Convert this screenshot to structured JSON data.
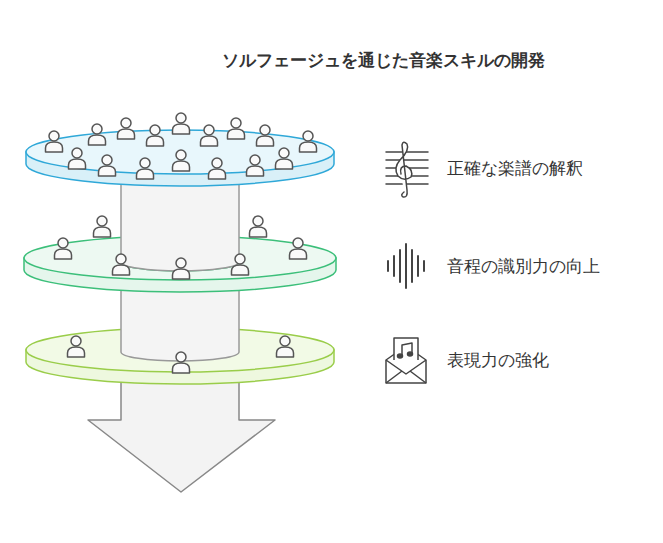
{
  "diagram": {
    "title": "ソルフェージュを通じた音楽スキルの開発",
    "labels": [
      "正確な楽譜の解釈",
      "音程の識別力の向上",
      "表現力の強化"
    ]
  }
}
